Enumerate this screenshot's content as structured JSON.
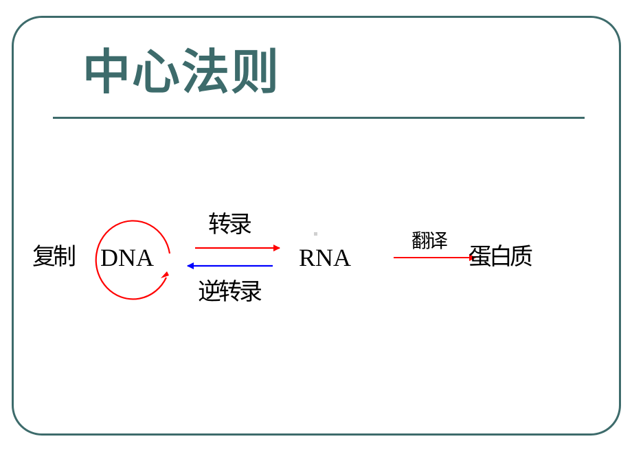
{
  "slide": {
    "title": "中心法则",
    "accent_color": "#3d6b6b"
  },
  "diagram": {
    "replication_label": "复制",
    "dna_label": "DNA",
    "transcription_label": "转录",
    "reverse_transcription_label": "逆转录",
    "rna_label": "RNA",
    "translation_label": "翻译",
    "protein_label": "蛋白质",
    "colors": {
      "forward_arrow": "#ff0000",
      "reverse_arrow": "#0000ff",
      "cycle_arrow": "#ff0000"
    }
  }
}
